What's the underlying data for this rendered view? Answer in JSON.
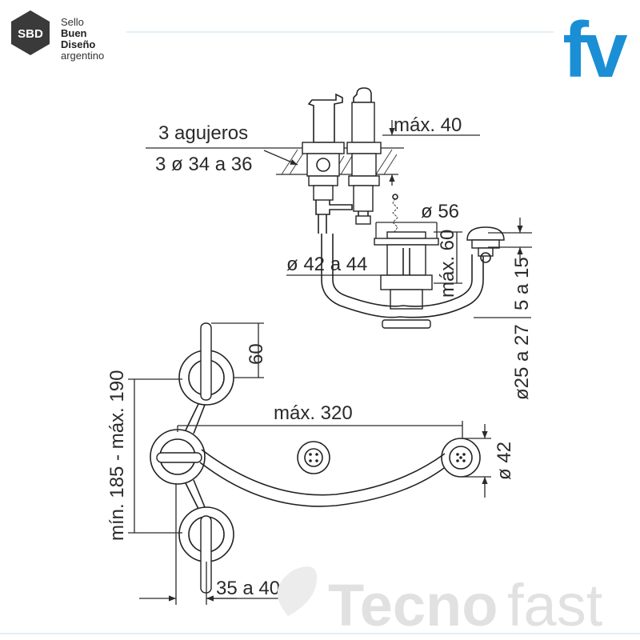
{
  "seal": {
    "badge": "SBD",
    "line1": "Sello",
    "line2": "Buen",
    "line3": "Diseño",
    "line4": "argentino"
  },
  "brand_logo": "fv",
  "watermark": {
    "part1": "Tecno",
    "part2": "fast"
  },
  "colors": {
    "brand_blue": "#1a8fd6",
    "line": "#2a2a2a",
    "watermark": "#e1e1e1"
  },
  "side_view": {
    "holes_label": "3 agujeros",
    "holes_dim": "3 ø 34 a 36",
    "deck_max": "máx. 40",
    "waste_dia": "ø 56",
    "waste_height": "máx. 60",
    "waste_hole": "ø 42 a 44",
    "plug_range": "5 a 15",
    "pipe_dia": "ø25 a 27"
  },
  "plan_view": {
    "handle_height": "60",
    "center_range": "mín. 185 - máx. 190",
    "spout_reach": "máx. 320",
    "outlet_dia": "ø 42",
    "handle_offset": "35 a 40"
  }
}
